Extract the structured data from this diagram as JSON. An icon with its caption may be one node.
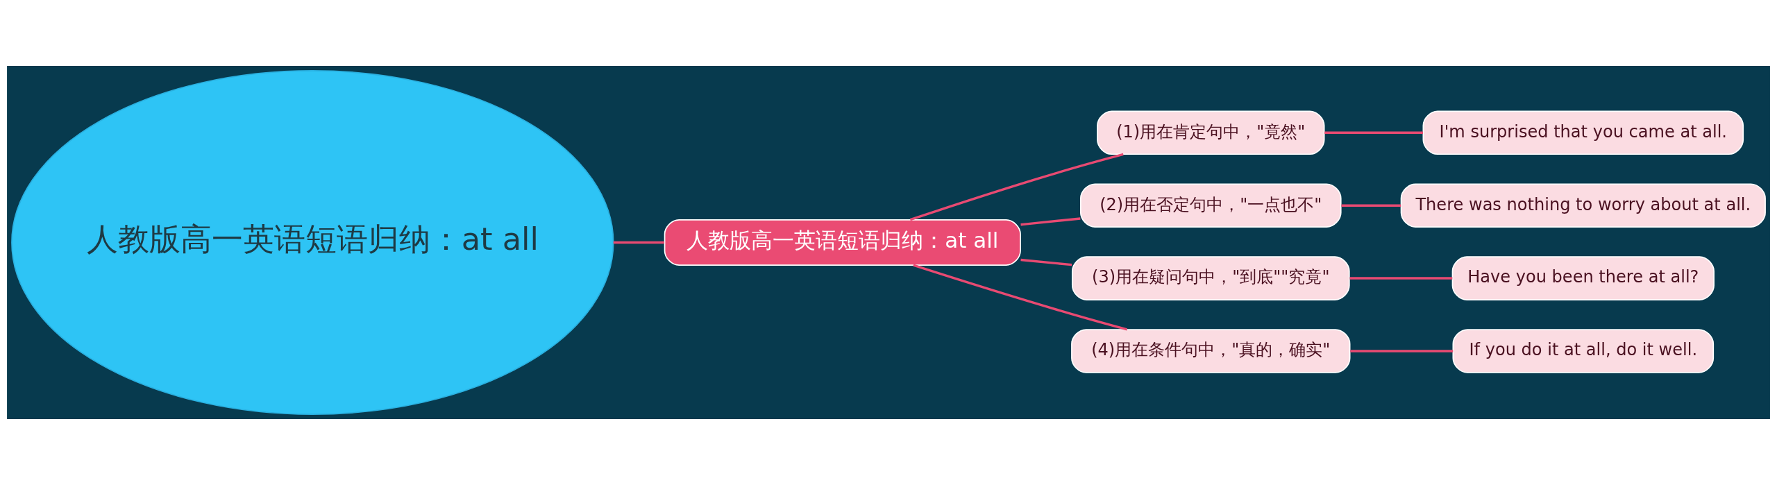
{
  "diagram": {
    "nodes": [
      {
        "text": [
          "人教版高一英语短语归纳：at all"
        ]
      },
      {
        "text": [
          "人教版高一英语短语归纳：at all"
        ]
      },
      {
        "text": [
          "(1)用在肯定句中，\"竟然\""
        ]
      },
      {
        "text": [
          "I'm surprised that you came at all."
        ]
      },
      {
        "text": [
          "(2)用在否定句中，\"一点也不\""
        ]
      },
      {
        "text": [
          "There was nothing to worry about at all."
        ]
      },
      {
        "text": [
          "(3)用在疑问句中，\"到底\"\"究竟\""
        ]
      },
      {
        "text": [
          "Have you been there at all?"
        ]
      },
      {
        "text": [
          "(4)用在条件句中，\"真的，确实\""
        ]
      },
      {
        "text": [
          "If you do it at all, do it well."
        ]
      }
    ],
    "edges": [
      {
        "from": 0,
        "to": 1,
        "arrow": "none"
      },
      {
        "from": 1,
        "to": 2,
        "arrow": "none"
      },
      {
        "from": 1,
        "to": 4,
        "arrow": "none"
      },
      {
        "from": 1,
        "to": 6,
        "arrow": "none"
      },
      {
        "from": 1,
        "to": 8,
        "arrow": "none"
      },
      {
        "from": 2,
        "to": 3,
        "arrow": "none"
      },
      {
        "from": 4,
        "to": 5,
        "arrow": "none"
      },
      {
        "from": 6,
        "to": 7,
        "arrow": "none"
      },
      {
        "from": 8,
        "to": 9,
        "arrow": "none"
      }
    ]
  }
}
